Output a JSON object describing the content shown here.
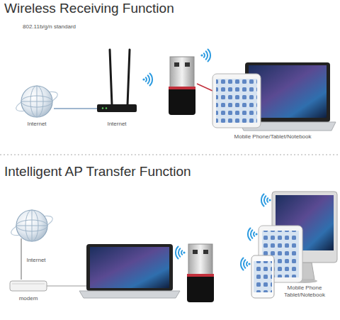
{
  "diagram": {
    "nodes": [
      {
        "text": [
          "Internet"
        ]
      },
      {
        "text": [
          "Internet"
        ]
      },
      {
        "text": [
          "Mobile Phone/Tablet/Notebook"
        ]
      },
      {
        "text": [
          "Internet"
        ]
      },
      {
        "text": [
          "modem"
        ]
      },
      {
        "text": [
          "Mobile Phone Tablet/Notebook"
        ]
      }
    ],
    "edges": [
      {
        "from": 0,
        "to": 1,
        "arrow": "none"
      },
      {
        "from": 3,
        "to": 4,
        "arrow": "none"
      }
    ],
    "labels": [
      "Wireless Receiving Function",
      "802.11b/g/n standard",
      "Intelligent AP Transfer Function"
    ]
  }
}
